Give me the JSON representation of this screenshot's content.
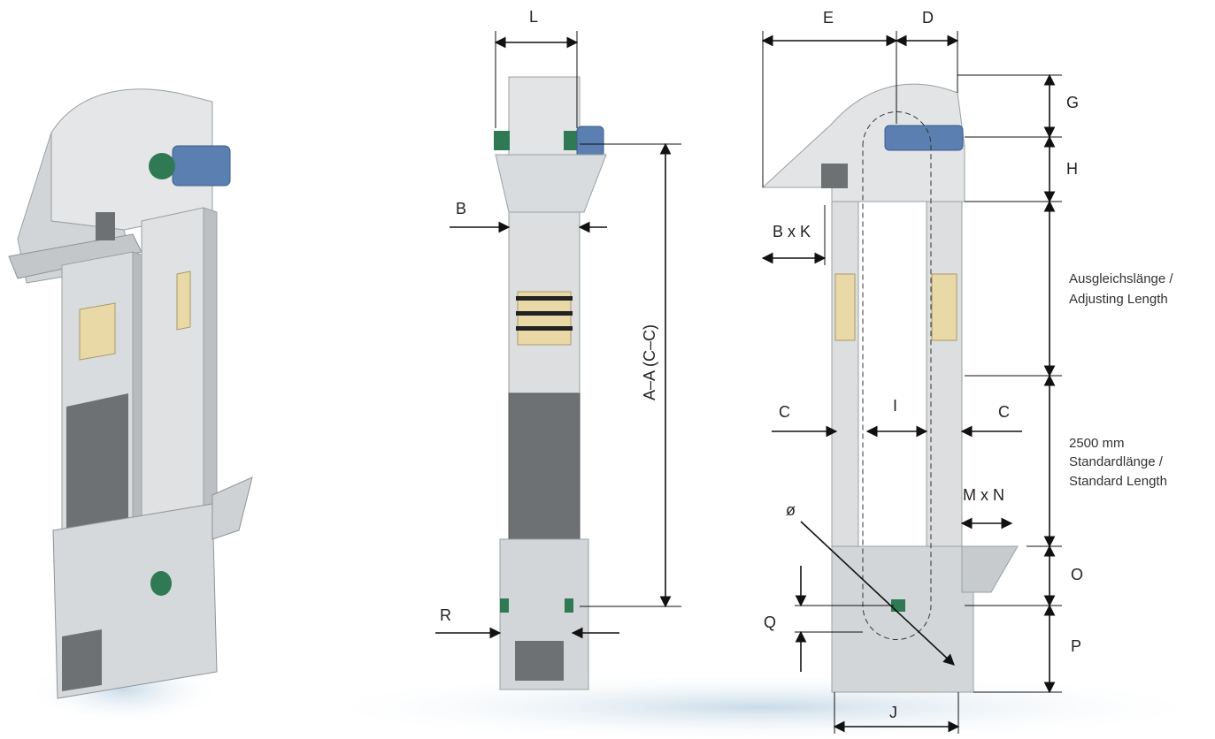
{
  "colors": {
    "housing": "#dcdedf",
    "housing_shade": "#b9bdc0",
    "housing_dark": "#8f9497",
    "motor": "#5a7fb0",
    "bearing": "#2f7a55",
    "bucket": "#e8d9a6",
    "window": "#6e7174",
    "floor": "#d4e3ee"
  },
  "icons": {
    "iso_view": "bucket-elevator-3d-icon",
    "motor": "gear-motor-icon"
  },
  "labels": {
    "L": "L",
    "B": "B",
    "A": "A–A (C–C)",
    "R": "R",
    "E": "E",
    "D": "D",
    "G": "G",
    "H": "H",
    "BK": "B x K",
    "C_left": "C",
    "C_right": "C",
    "I": "I",
    "MN": "M x N",
    "O": "O",
    "P": "P",
    "Q": "Q",
    "J": "J",
    "diameter": "ø",
    "adjusting_de": "Ausgleichslänge /",
    "adjusting_en": "Adjusting Length",
    "standard_mm": "2500 mm",
    "standard_de": "Standardlänge /",
    "standard_en": "Standard Length"
  }
}
